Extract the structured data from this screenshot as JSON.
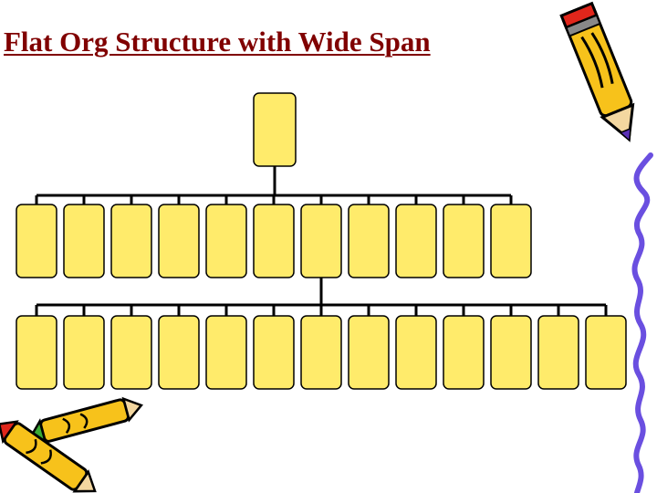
{
  "slide": {
    "title": "Flat Org Structure with Wide Span"
  },
  "org_chart": {
    "top_level_count": 1,
    "second_level_count": 11,
    "third_level_count": 13,
    "box_fill": "#FFEB6B",
    "box_stroke": "#000000",
    "connector_color": "#000000"
  },
  "decorations": {
    "pencil_icon": "pencil-icon",
    "crayons_icon": "crayons-icon",
    "squiggle": "squiggle-line",
    "squiggle_color": "#6A4FE0",
    "pencil_body_color": "#F7C21B",
    "crayon_red": "#E0261B",
    "crayon_green": "#3BAA35"
  }
}
